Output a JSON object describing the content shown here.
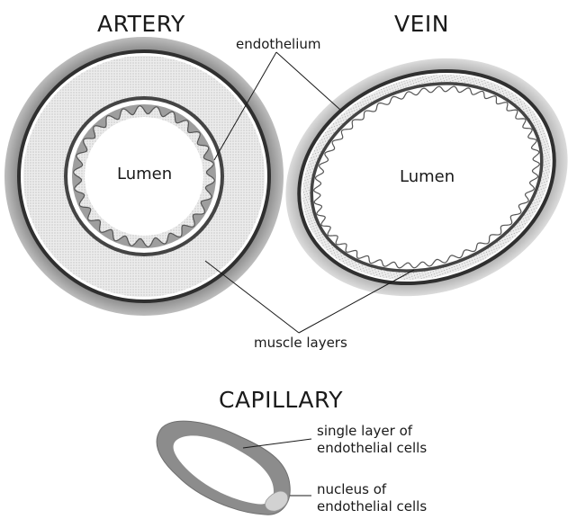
{
  "titles": {
    "artery": "ARTERY",
    "vein": "VEIN",
    "capillary": "CAPILLARY"
  },
  "labels": {
    "endothelium": "endothelium",
    "artery_lumen": "Lumen",
    "vein_lumen": "Lumen",
    "muscle_layers": "muscle layers",
    "single_layer_line1": "single layer of",
    "single_layer_line2": "endothelial cells",
    "nucleus_line1": "nucleus of",
    "nucleus_line2": "endothelial cells"
  },
  "colors": {
    "dark_ring": "#3a3a3a",
    "stipple_fill": "#e6e6e6",
    "outer_halo": "#8a8a8a",
    "capillary_wall": "#8c8c8c",
    "nucleus": "#d2d2d2"
  }
}
